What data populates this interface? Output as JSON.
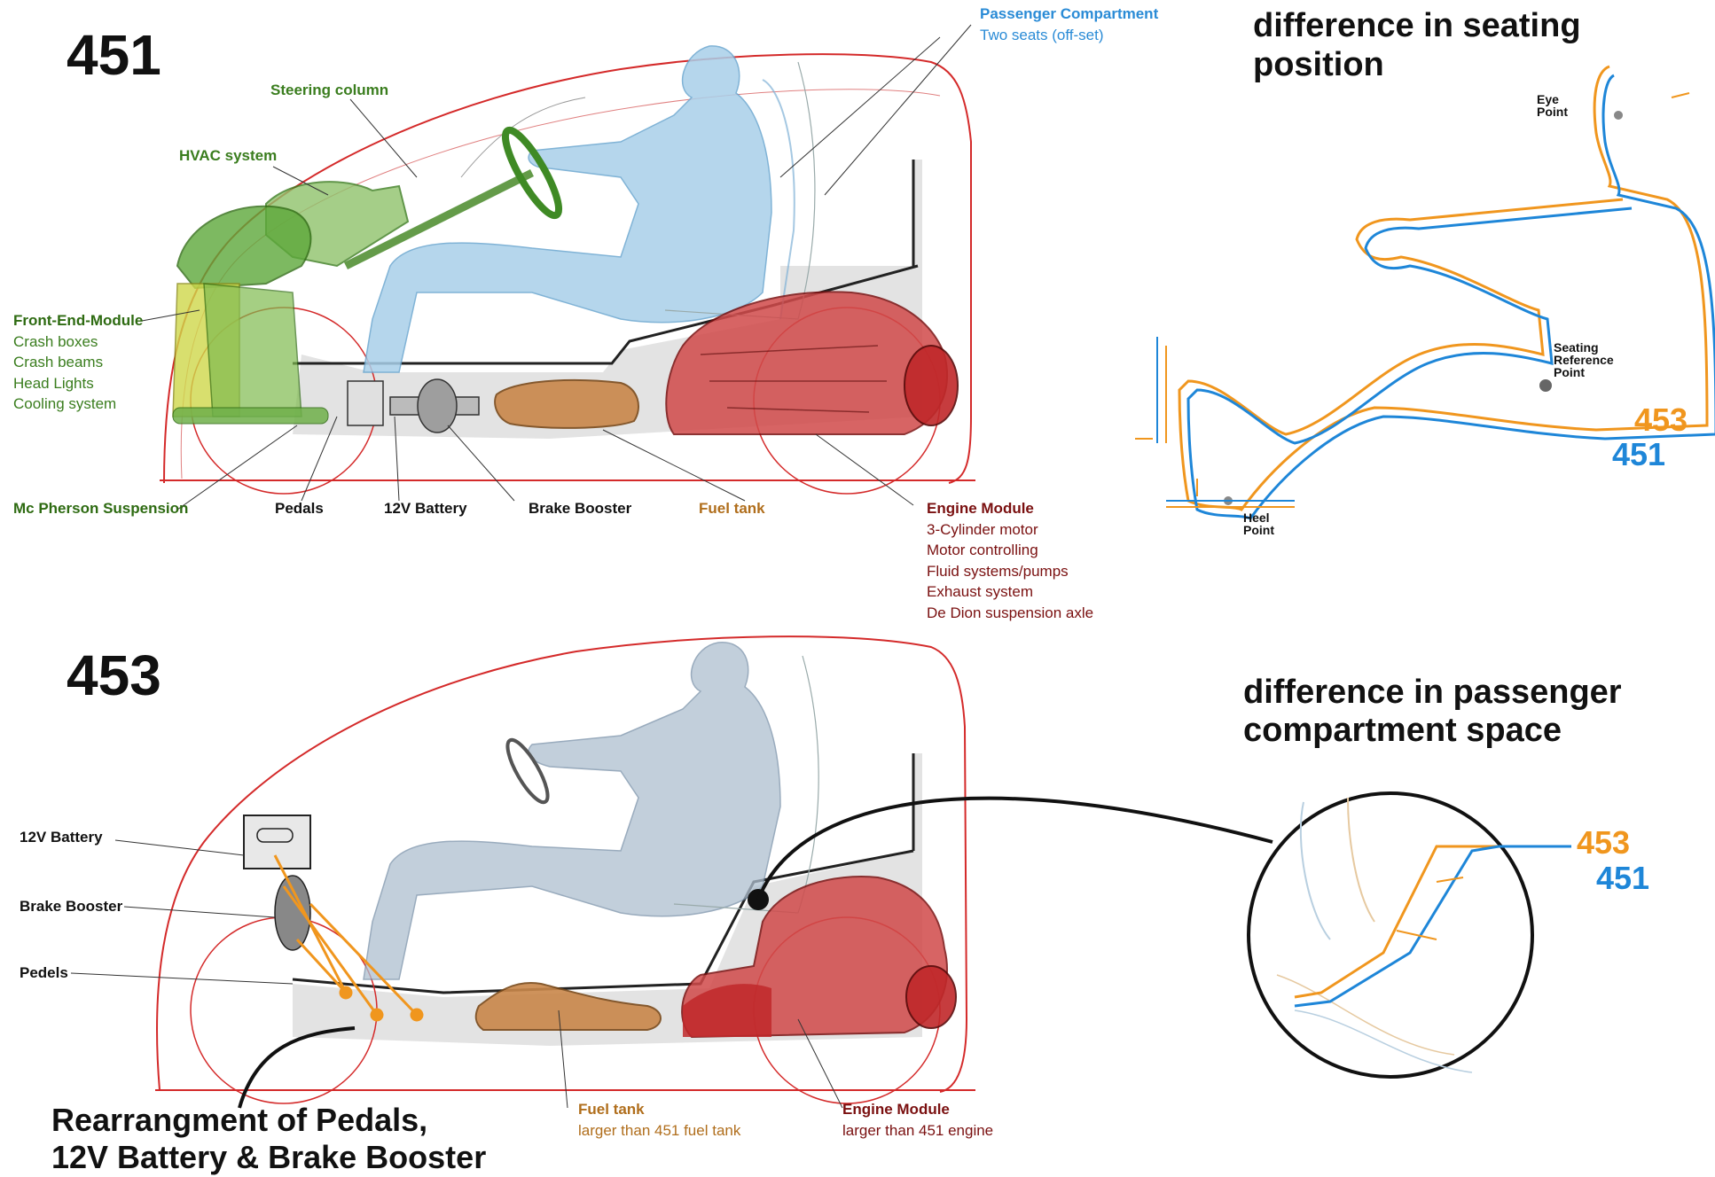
{
  "top": {
    "model": "451",
    "labels": {
      "passenger": "Passenger Compartment",
      "passenger_sub": "Two seats (off-set)",
      "steering": "Steering column",
      "hvac": "HVAC system",
      "front_end": "Front-End-Module",
      "front_end_items": [
        "Crash boxes",
        "Crash beams",
        "Head Lights",
        "Cooling system"
      ],
      "mcpherson": "Mc Pherson Suspension",
      "pedals": "Pedals",
      "battery": "12V Battery",
      "brake_booster": "Brake Booster",
      "fuel_tank": "Fuel tank",
      "engine": "Engine Module",
      "engine_items": [
        "3-Cylinder motor",
        "Motor controlling",
        "Fluid systems/pumps",
        "Exhaust system",
        "De Dion suspension axle"
      ]
    }
  },
  "seating": {
    "title_lines": [
      "difference in seating",
      "position"
    ],
    "eye_point": [
      "Eye",
      "Point"
    ],
    "srp": [
      "Seating",
      "Reference",
      "Point"
    ],
    "heel_point": [
      "Heel",
      "Point"
    ],
    "tag_453": "453",
    "tag_451": "451"
  },
  "bottom": {
    "model": "453",
    "labels": {
      "battery": "12V Battery",
      "brake_booster": "Brake Booster",
      "pedels": "Pedels",
      "fuel_tank": "Fuel tank",
      "fuel_tank_sub": "larger than 451 fuel tank",
      "engine": "Engine Module",
      "engine_sub": "larger than 451 engine"
    },
    "rearrangement_lines": [
      "Rearrangment of Pedals,",
      "12V Battery & Brake Booster"
    ]
  },
  "compartment": {
    "title_lines": [
      "difference in passenger",
      "compartment space"
    ],
    "tag_453": "453",
    "tag_451": "451"
  },
  "colors": {
    "model_453": "#f0961e",
    "model_451": "#1e86d8",
    "body_outline": "#d42a2a",
    "front_module": "#3a7d1e",
    "fuel_tank": "#b06e1c",
    "engine": "#c0282a",
    "passenger": "#2a8bd6"
  }
}
